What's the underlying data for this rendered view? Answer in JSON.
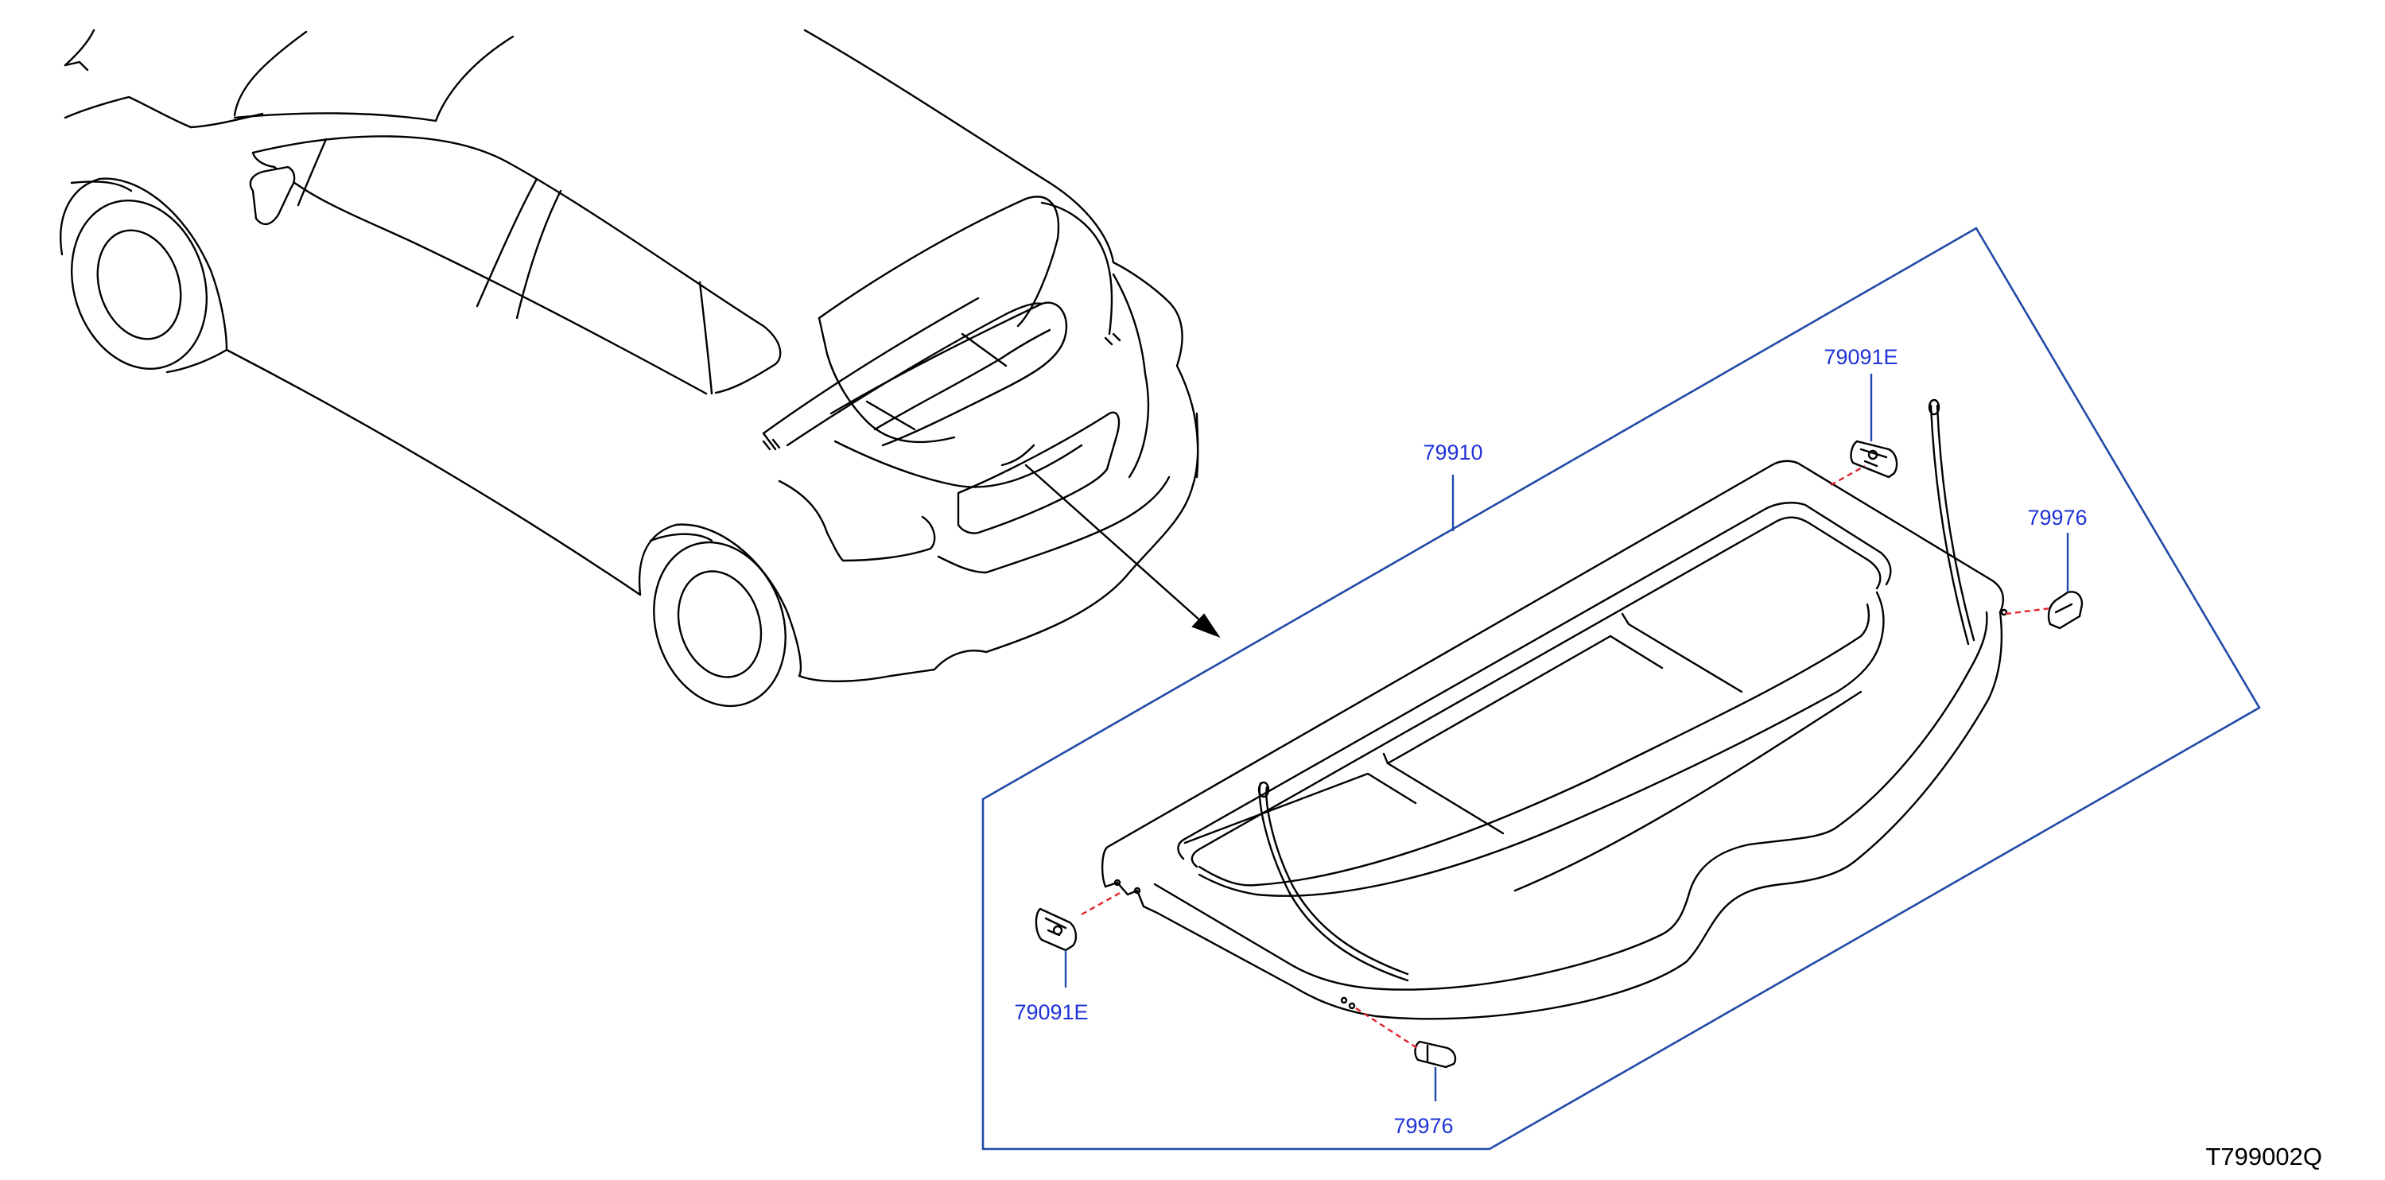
{
  "diagram": {
    "colors": {
      "line": "#000000",
      "frame": "#1f4aa8",
      "callout_text": "#1f33d6",
      "hint_line": "#e0242a",
      "background": "#ffffff"
    },
    "callouts": {
      "board": "79910",
      "hook_top": "79091E",
      "hook_left": "79091E",
      "clip_right": "79976",
      "clip_bottom": "79976"
    },
    "drawing_code": "T799002Q"
  }
}
